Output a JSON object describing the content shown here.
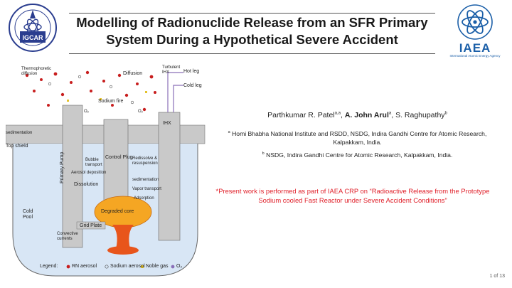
{
  "title": {
    "line1": "Modelling of Radionuclide Release from an SFR Primary",
    "line2": "System During a Hypothetical Severe Accident"
  },
  "logos": {
    "left": {
      "icon": "igcar-logo",
      "text": "IGCAR"
    },
    "right": {
      "icon": "iaea-logo",
      "text": "IAEA",
      "subtext": "International Atomic Energy Agency"
    }
  },
  "authors": {
    "a1": "Parthkumar R. Patel",
    "a1_sup": "a,a",
    "a2": "A. John Arul",
    "a2_sup": "a",
    "a3": "S. Raghupathy",
    "a3_sup": "b"
  },
  "affiliations": [
    {
      "sup": "a",
      "text": "Homi Bhabha National Institute and RSDD, NSDG, Indira Gandhi Centre for Atomic Research, Kalpakkam, India."
    },
    {
      "sup": "b",
      "text": "NSDG, Indira Gandhi Centre for Atomic Research, Kalpakkam, India."
    }
  ],
  "note": "*Present work is performed as part of IAEA CRP on “Radioactive Release from the Prototype Sodium cooled Fast Reactor under Severe Accident Conditions”",
  "page_number": "1 of 13",
  "diagram": {
    "labels": {
      "thermophoretic": "Thermophoretic",
      "diffusion_small": "diffusion",
      "diffusion": "Diffusion",
      "turbulent": "Turbulent",
      "ihx_top": "IHX",
      "hot_leg": "Hot leg",
      "cold_leg": "Cold leg",
      "sodium_fire": "Sodium fire",
      "o2_a": "O₂",
      "o2_b": "O₂",
      "sedimentation_left": "sedimentation",
      "top_shield": "Top shield",
      "ihx": "IHX",
      "primary_pump": "Primary Pump",
      "bubble": "Bubble",
      "transport": "transport",
      "control_plug": "Control Plug",
      "redissolve": "Redissolve &",
      "resuspension": "resuspension",
      "aerosol_deposition": "Aerosol deposition",
      "sedimentation_mid": "sedimentation",
      "dissolution": "Dissolution",
      "vapor_transport": "Vapor transport",
      "adsorption": "Adsorption",
      "degraded_core": "Degraded core",
      "cold_pool": "Cold",
      "cold_pool2": "Pool",
      "grid_plate": "Grid Plate",
      "convective": "Convective",
      "currents": "currents"
    },
    "legend": {
      "title": "Legend:",
      "items": [
        "RN aerosol",
        "Sodium aerosol",
        "Noble gas",
        "O₂"
      ]
    },
    "colors": {
      "rn_aerosol": "#c81e1e",
      "core_hot": "#e8551b",
      "core_warm": "#f5a623",
      "vessel_grey": "#c9c9c9",
      "sodium_blue": "#d8e6f5"
    }
  }
}
